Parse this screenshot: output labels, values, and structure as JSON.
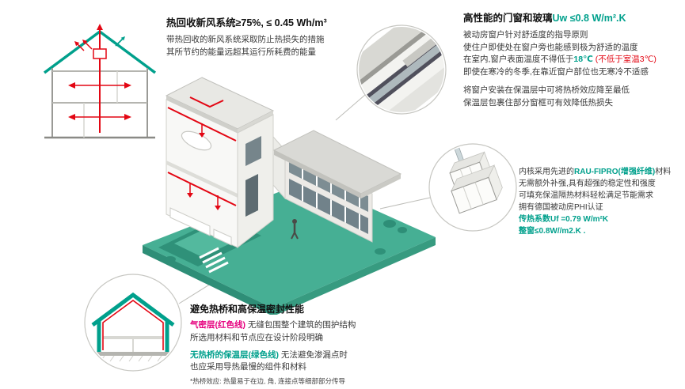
{
  "palette": {
    "accent_green": "#00A08C",
    "duct_red": "#E30613",
    "airtight_pink": "#E6007E",
    "ground_teal": "#46AF94"
  },
  "ventilation": {
    "title": "热回收新风系统≥75%, ≤ 0.45 Wh/m³",
    "line1": "带热回收的新风系统采取防止热损失的措施",
    "line2": "其所节约的能量远超其运行所耗费的能量"
  },
  "windows": {
    "title_name": "高性能的门窗和玻璃",
    "title_value": "Uw ≤0.8 W/m².K",
    "line1": "被动房窗户针对舒适度的指导原则",
    "line2": "使住户即使处在窗户旁也能感到极为舒适的温度",
    "line3a": "在室内,窗户表面温度不得低于",
    "line3b": "18℃",
    "line3c": " (不低于室温3℃)",
    "line4": "即使在寒冷的冬季,在靠近窗户部位也无寒冷不适感",
    "line5": "将窗户安装在保温层中可将热桥效应降至最低",
    "line6": "保温层包裹住部分窗框可有效降低热损失"
  },
  "profile": {
    "line1a": "内核采用先进的",
    "line1b": "RAU-FIPRO(增强纤维)",
    "line1c": "材料",
    "line2": "无需额外补强,具有超强的稳定性和强度",
    "line3": "可填充保温隔热材料轻松满足节能需求",
    "line4": "拥有德国被动房PHI认证",
    "line5": "传热系数Uf =0.79 W/m²K",
    "line6": "整窗≤0.8W//m2.K ."
  },
  "thermal": {
    "title": "避免热桥和高保温密封性能",
    "airtight_label": "气密层(红色线)",
    "airtight_text": " 无缝包围整个建筑的围护结构",
    "line2": "所选用材料和节点应在设计阶段明确",
    "insulation_label": "无热桥的保温层(绿色线)",
    "insulation_text": " 无法避免渗漏点时",
    "line4": "也应采用导热最慢的组件和材料",
    "footnote": "*热桥效应: 热量易于在边, 角, 连接点等细部部分传导"
  }
}
